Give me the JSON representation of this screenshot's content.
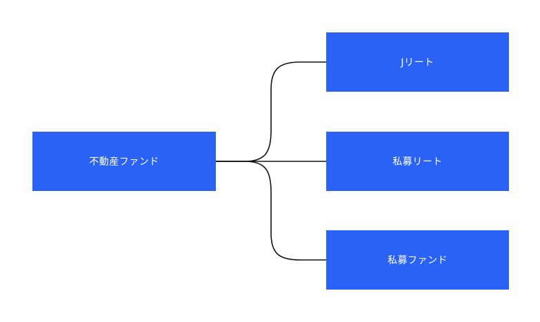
{
  "diagram": {
    "root": {
      "label": "不動産ファンド"
    },
    "children": [
      {
        "label": "Jリート"
      },
      {
        "label": "私募リート"
      },
      {
        "label": "私募ファンド"
      }
    ],
    "node_color": "#2962f4",
    "text_color": "#ffffff",
    "connector_color": "#111111"
  }
}
